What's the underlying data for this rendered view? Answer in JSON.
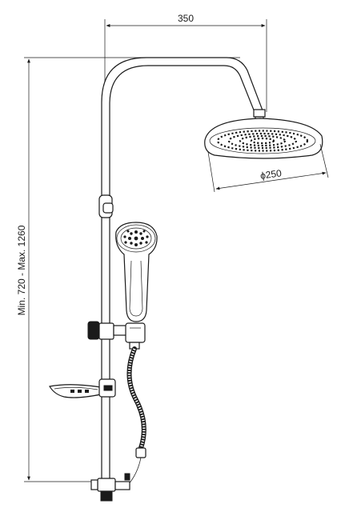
{
  "dimensions": {
    "width_label": "350",
    "diameter_label": "ϕ250",
    "height_label": "Min. 720 - Max. 1260"
  },
  "colors": {
    "line": "#1a1a1a",
    "background": "#ffffff"
  }
}
